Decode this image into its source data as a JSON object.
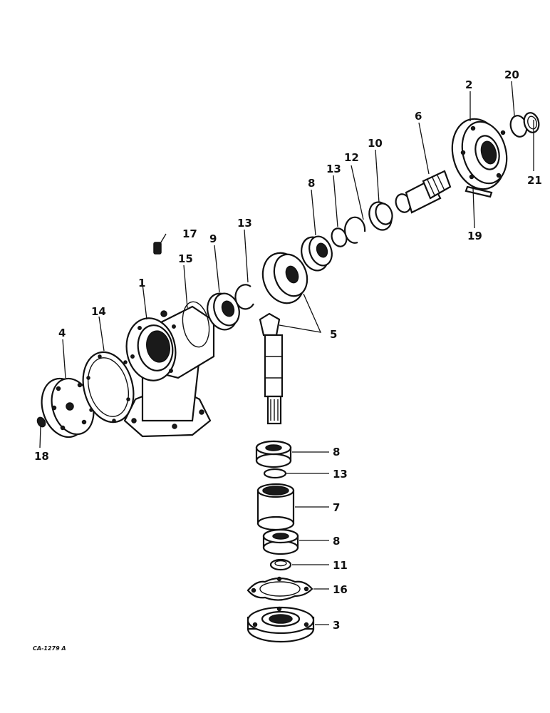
{
  "diagram": {
    "reference_code": "CA-1279 A",
    "callouts": {
      "c1": "1",
      "c2": "2",
      "c3": "3",
      "c4": "4",
      "c5": "5",
      "c6": "6",
      "c7": "7",
      "c8a": "8",
      "c8b": "8",
      "c8c": "8",
      "c9": "9",
      "c10": "10",
      "c11": "11",
      "c12": "12",
      "c13a": "13",
      "c13b": "13",
      "c13c": "13",
      "c14": "14",
      "c15": "15",
      "c16": "16",
      "c17": "17",
      "c18": "18",
      "c19": "19",
      "c20": "20",
      "c21": "21"
    }
  }
}
